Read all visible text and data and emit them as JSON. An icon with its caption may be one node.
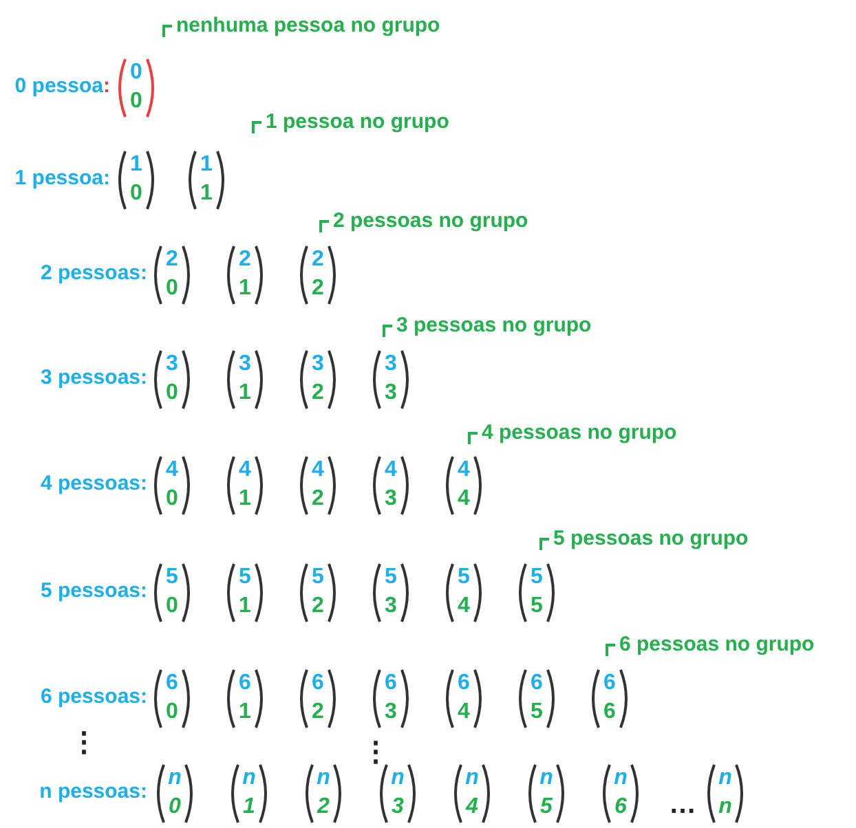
{
  "diagram": {
    "nodes": [
      {
        "text": [
          "0",
          "0"
        ]
      },
      {
        "text": [
          "1",
          "0"
        ]
      },
      {
        "text": [
          "1",
          "1"
        ]
      },
      {
        "text": [
          "2",
          "0"
        ]
      },
      {
        "text": [
          "2",
          "1"
        ]
      },
      {
        "text": [
          "2",
          "2"
        ]
      },
      {
        "text": [
          "3",
          "0"
        ]
      },
      {
        "text": [
          "3",
          "1"
        ]
      },
      {
        "text": [
          "3",
          "2"
        ]
      },
      {
        "text": [
          "3",
          "3"
        ]
      },
      {
        "text": [
          "4",
          "0"
        ]
      },
      {
        "text": [
          "4",
          "1"
        ]
      },
      {
        "text": [
          "4",
          "2"
        ]
      },
      {
        "text": [
          "4",
          "3"
        ]
      },
      {
        "text": [
          "4",
          "4"
        ]
      },
      {
        "text": [
          "5",
          "0"
        ]
      },
      {
        "text": [
          "5",
          "1"
        ]
      },
      {
        "text": [
          "5",
          "2"
        ]
      },
      {
        "text": [
          "5",
          "3"
        ]
      },
      {
        "text": [
          "5",
          "4"
        ]
      },
      {
        "text": [
          "5",
          "5"
        ]
      },
      {
        "text": [
          "6",
          "0"
        ]
      },
      {
        "text": [
          "6",
          "1"
        ]
      },
      {
        "text": [
          "6",
          "2"
        ]
      },
      {
        "text": [
          "6",
          "3"
        ]
      },
      {
        "text": [
          "6",
          "4"
        ]
      },
      {
        "text": [
          "6",
          "5"
        ]
      },
      {
        "text": [
          "6",
          "6"
        ]
      },
      {
        "text": [
          "n",
          "0"
        ]
      },
      {
        "text": [
          "n",
          "1"
        ]
      },
      {
        "text": [
          "n",
          "2"
        ]
      },
      {
        "text": [
          "n",
          "3"
        ]
      },
      {
        "text": [
          "n",
          "4"
        ]
      },
      {
        "text": [
          "n",
          "5"
        ]
      },
      {
        "text": [
          "n",
          "6"
        ]
      },
      {
        "text": [
          "n",
          "n"
        ]
      }
    ],
    "labels": [
      "nenhuma pessoa no grupo",
      "0 pessoa:",
      "1 pessoa no grupo",
      "1 pessoa:",
      "2 pessoas no grupo",
      "2 pessoas:",
      "3 pessoas no grupo",
      "3 pessoas:",
      "4 pessoas no grupo",
      "4 pessoas:",
      "5 pessoas no grupo",
      "5 pessoas:",
      "6 pessoas no grupo",
      "6 pessoas:",
      "⋮",
      "⋮",
      "n pessoas:",
      "…"
    ]
  }
}
